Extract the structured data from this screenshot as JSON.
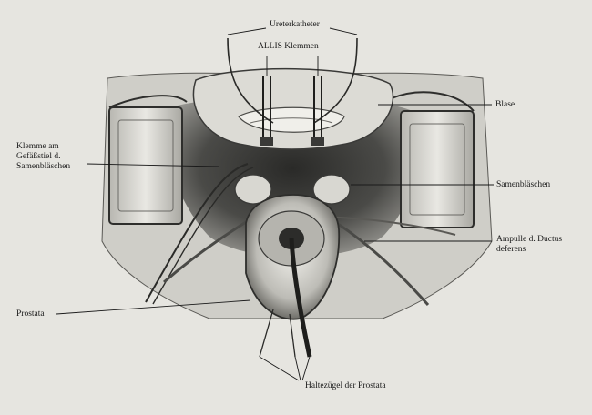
{
  "labels": {
    "ureterkatheter": "Ureterkatheter",
    "allis": "ALLIS Klemmen",
    "blase": "Blase",
    "klemme_line1": "Klemme am",
    "klemme_line2": "Gefäßstiel d.",
    "klemme_line3": "Samenbläschen",
    "samenblaeschen": "Samenbläschen",
    "ampulle_line1": "Ampulle d. Ductus",
    "ampulle_line2": "deferens",
    "prostata": "Prostata",
    "haltezuegel": "Haltezügel der Prostata"
  },
  "colors": {
    "background": "#e6e5e0",
    "ink": "#1a1a1a",
    "tissue_dark": "#3a3a38",
    "tissue_mid": "#8a8985",
    "tissue_light": "#c9c8c2"
  }
}
